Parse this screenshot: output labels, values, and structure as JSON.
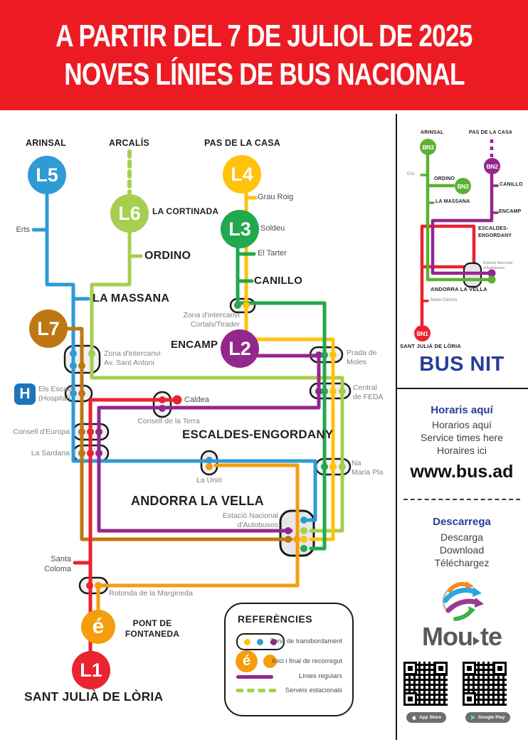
{
  "header": {
    "line1": "A PARTIR DEL 7 DE JULIOL DE 2025",
    "line2": "NOVES LÍNIES DE BUS NACIONAL",
    "background": "#EC1B23",
    "text_color": "#FFFFFF"
  },
  "palette": {
    "l1_red": "#E9232F",
    "l2_purple": "#93278D",
    "l3_green": "#22A84D",
    "l4_yellow": "#FFC20D",
    "l5_blue": "#2E9BD5",
    "l6_lightgreen": "#A7CE4F",
    "l7_brown": "#BE7712",
    "e_orange": "#F49E0E",
    "bn3_green": "#5CB133",
    "heading_navy": "#283D96",
    "hospital_blue": "#1C75BC"
  },
  "map": {
    "line_badges": {
      "l1": "L1",
      "l2": "L2",
      "l3": "L3",
      "l4": "L4",
      "l5": "L5",
      "l6": "L6",
      "l7": "L7",
      "e": "é"
    },
    "towns": {
      "arinsal": "ARINSAL",
      "arcalis": "ARCALÍS",
      "pas_de_la_casa": "PAS DE LA CASA",
      "la_cortinada": "LA CORTINADA",
      "ordino": "ORDINO",
      "la_massana": "LA MASSANA",
      "canillo": "CANILLO",
      "encamp": "ENCAMP",
      "escaldes": "ESCALDES-ENGORDANY",
      "andorra_la_vella": "ANDORRA LA VELLA",
      "pont_line1": "PONT DE",
      "pont_line2": "FONTANEDA",
      "sant_julia": "SANT JULIÀ DE LÒRIA"
    },
    "stops": {
      "erts": "Erts",
      "grau_roig": "Grau Roig",
      "soldeu": "Soldeu",
      "el_tarter": "El Tarter",
      "caldea": "Caldea",
      "santa_line1": "Santa",
      "santa_line2": "Coloma"
    },
    "interchanges": {
      "cortals_line1": "Zona d'intercanvi",
      "cortals_line2": "Cortals/Tirader",
      "santantoni_line1": "Zona d'intercanvi",
      "santantoni_line2": "Av. Sant Antoni",
      "escalls_line1": "Els Escalls",
      "escalls_line2": "(Hospital)",
      "consell_europa": "Consell d'Europa",
      "la_sardana": "La Sardana",
      "consell_terra": "Consell de la Terra",
      "prada_line1": "Prada de",
      "prada_line2": "Moles",
      "feda_line1": "Central",
      "feda_line2": "de FEDA",
      "maria_line1": "Na",
      "maria_line2": "Maria Pla",
      "la_unio": "La Unió",
      "estacio_line1": "Estació Nacional",
      "estacio_line2": "d'Autobusos",
      "rotonda": "Rotonda de la Margineda"
    },
    "hospital_letter": "H"
  },
  "legend": {
    "title": "REFERÈNCIES",
    "e_badge": "é",
    "items": [
      {
        "label": "Zona de transbordament"
      },
      {
        "label": "Inici i final de recorregut"
      },
      {
        "label": "Línies regulars"
      },
      {
        "label": "Serveis estacionals"
      }
    ]
  },
  "bus_nit": {
    "title": "BUS NIT",
    "badges": {
      "bn1": "BN1",
      "bn2": "BN2",
      "bn3_arinsal": "BN3",
      "bn3_ordino": "BN3"
    },
    "labels": {
      "arinsal": "ARINSAL",
      "pas_de_la_casa": "PAS DE LA CASA",
      "erts": "Erts",
      "ordino": "ORDINO",
      "la_massana": "LA MASSANA",
      "canillo": "CANILLO",
      "encamp": "ENCAMP",
      "escaldes_line1": "ESCALDES-",
      "escaldes_line2": "ENGORDANY",
      "estacio_line1": "Estació Nacional",
      "estacio_line2": "d'Autobusos",
      "andorra_la_vella": "ANDORRA LA VELLA",
      "santa_coloma": "Santa Coloma",
      "sant_julia": "SANT JULIÀ DE LÒRIA"
    }
  },
  "info": {
    "schedule": {
      "title": "Horaris aquí",
      "line2": "Horarios aquí",
      "line3": "Service times here",
      "line4": "Horaires ici",
      "url": "www.bus.ad"
    },
    "download": {
      "title": "Descarrega",
      "line2": "Descarga",
      "line3": "Download",
      "line4": "Téléchargez"
    },
    "brand": {
      "part1": "Mou",
      "part2": "te"
    },
    "stores": {
      "apple": "App Store",
      "google": "Google Play"
    }
  }
}
